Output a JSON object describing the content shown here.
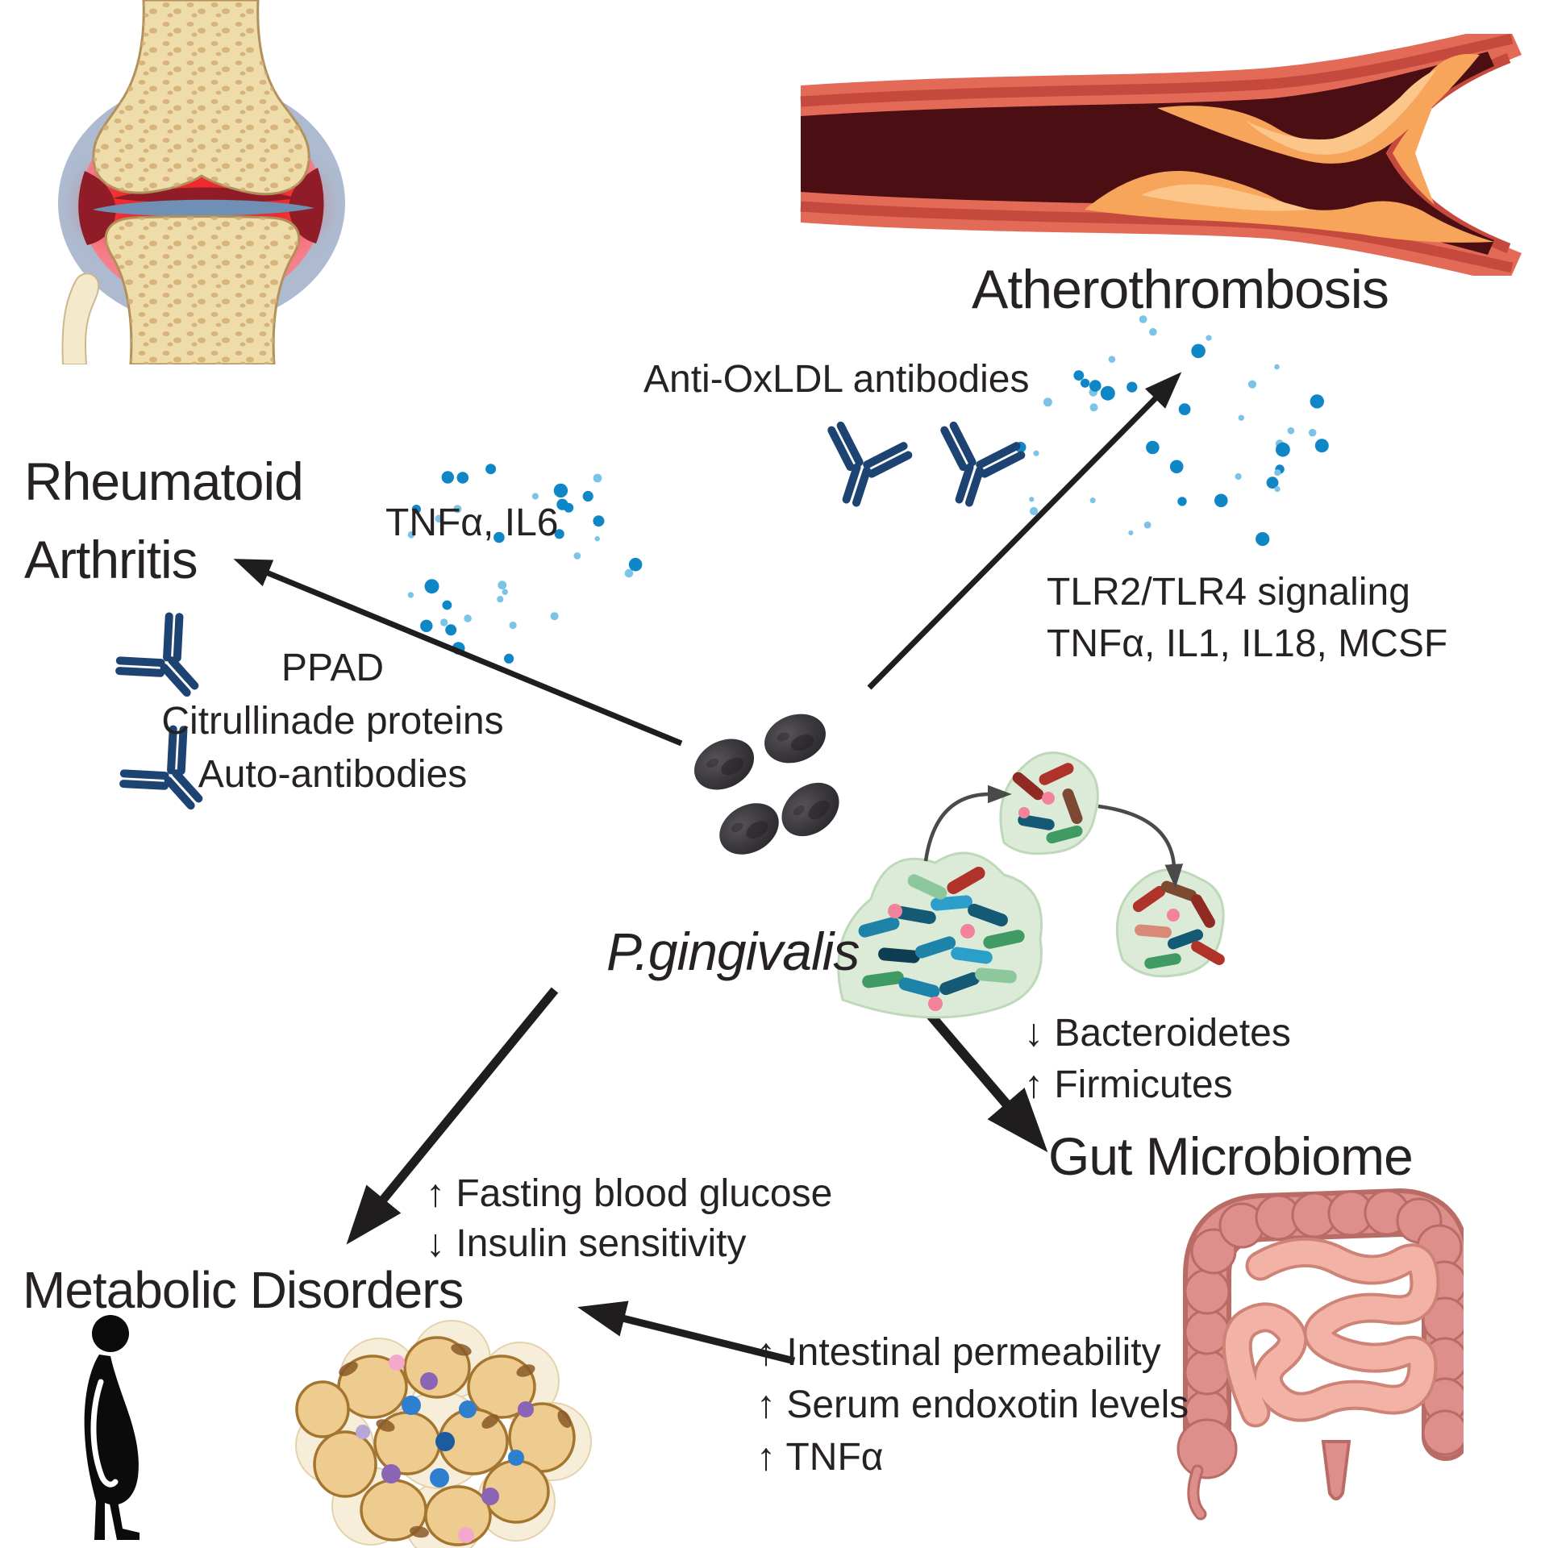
{
  "figure": {
    "type": "biomedical-pathway-diagram",
    "background": "#ffffff"
  },
  "center": {
    "organism_label": "P.gingivalis"
  },
  "sections": {
    "rheumatoid_arthritis": {
      "title_line1": "Rheumatoid",
      "title_line2": "Arthritis",
      "cytokines": "TNFα, IL6",
      "mechanisms": [
        "PPAD",
        "Citrullinade proteins",
        "Auto-antibodies"
      ]
    },
    "atherothrombosis": {
      "title": "Atherothrombosis",
      "antibody_label": "Anti-OxLDL antibodies",
      "signaling": [
        "TLR2/TLR4 signaling",
        "TNFα, IL1, IL18, MCSF"
      ]
    },
    "gut_microbiome": {
      "title": "Gut Microbiome",
      "changes": [
        "↓ Bacteroidetes",
        "↑ Firmicutes"
      ]
    },
    "metabolic_disorders": {
      "title": "Metabolic Disorders",
      "effects": [
        "↑ Fasting blood glucose",
        "↓ Insulin sensitivity"
      ],
      "gut_effects": [
        "↑ Intestinal permeability",
        "↑ Serum endoxotin levels",
        "↑ TNFα"
      ]
    }
  },
  "icons": {
    "antibody": "navy Y-shaped immunoglobulin glyph",
    "bacterium": "dark grey oval coccobacillus",
    "cytokine_dots": "scattered blue dots",
    "obese_person": "black side-profile silhouette",
    "knee_joint": "inflamed knee joint cross-section",
    "blood_vessel": "atherosclerotic artery with plaques",
    "intestine": "large and small intestine",
    "adipose_tissue": "cluster of fat cells with immune cells",
    "microbiome_clusters": "bacterial community blobs with transfer arrows"
  },
  "colors": {
    "text_black": "#262223",
    "arrow_black": "#1f1d1e",
    "antibody_navy": "#1d4373",
    "cytokine_blue": "#0f87c7",
    "cytokine_light_blue": "#7cc3e8",
    "bone_tan": "#eedcab",
    "inflammation_red": "#ee2b2e",
    "synovium_pink": "#f5818c",
    "capsule_blue_gray": "#adbacf",
    "vessel_salmon": "#e26a57",
    "vessel_lumen_maroon": "#4b0f13",
    "plaque_orange": "#f8a55c",
    "colon_pink": "#de8f8c",
    "small_intestine_pink": "#f2b3a6",
    "fat_cell_tan": "#eecb8e",
    "microbiome_bg_green": "#dcebd7"
  }
}
